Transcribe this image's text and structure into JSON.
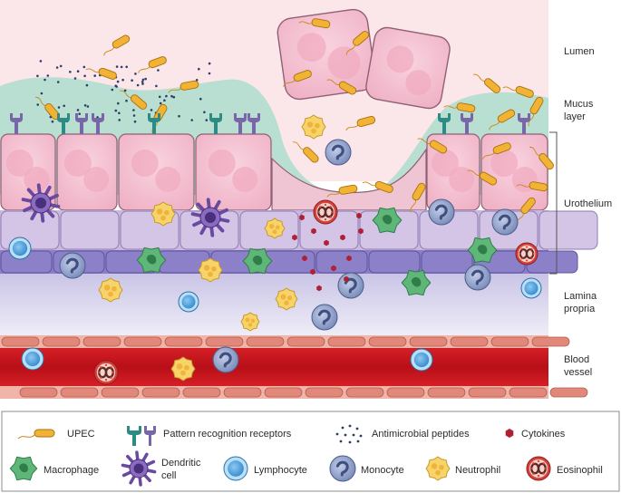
{
  "zones": {
    "lumen": "Lumen",
    "mucus_line1": "Mucus",
    "mucus_line2": "layer",
    "urothelium": "Urothelium",
    "lamina_line1": "Lamina",
    "lamina_line2": "propria",
    "blood_line1": "Blood",
    "blood_line2": "vessel"
  },
  "legend": {
    "upec": "UPEC",
    "prr": "Pattern recognition receptors",
    "amp": "Antimicrobial peptides",
    "cytokines": "Cytokines",
    "macrophage": "Macrophage",
    "dendritic_line1": "Dendritic",
    "dendritic_line2": "cell",
    "lymphocyte": "Lymphocyte",
    "monocyte": "Monocyte",
    "neutrophil": "Neutrophil",
    "eosinophil": "Eosinophil"
  },
  "colors": {
    "lumen": "#fbe6ea",
    "mucus": "#b9dfd2",
    "epithelium": "#f4bfd0",
    "basal": "#cbb8df",
    "lamina": "#d9d8ee",
    "blood": "#c8151d",
    "upec": "#f2b233",
    "receptor": "#2e8b84",
    "macrophage": "#5eb779",
    "dendritic": "#6a4aa0",
    "lymphocyte": "#3b8fd1",
    "monocyte": "#7d8fbd",
    "neutrophil": "#f7d46a",
    "eosinophil": "#d7403c",
    "cytokine": "#b01f35"
  }
}
